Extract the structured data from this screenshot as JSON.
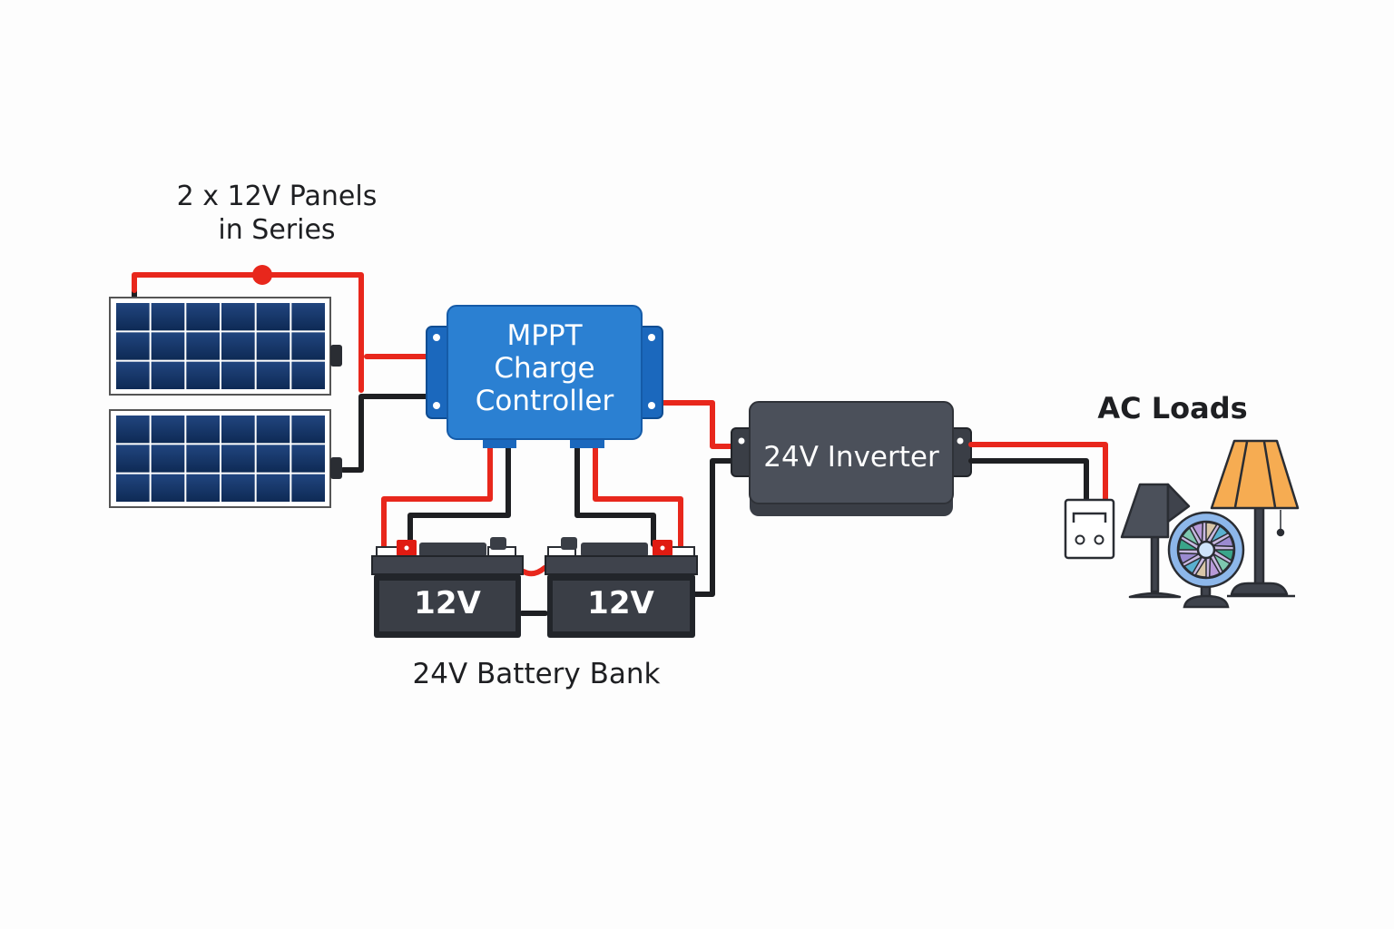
{
  "labels": {
    "panels_line1": "2 x 12V Panels",
    "panels_line2": "in Series",
    "controller_line1": "MPPT",
    "controller_line2": "Charge",
    "controller_line3": "Controller",
    "inverter": "24V Inverter",
    "battery1": "12V",
    "battery2": "12V",
    "battery_bank": "24V Battery Bank",
    "ac_loads": "AC Loads"
  },
  "colors": {
    "positive_wire": "#e8271c",
    "negative_wire": "#1e1f22",
    "controller": "#2b80d2",
    "inverter": "#4b505a",
    "battery": "#30343c",
    "panel_cell": "#16356a",
    "lamp_shade": "#f6ac52"
  },
  "icons": [
    "solar-panel-icon",
    "battery-icon",
    "outlet-icon",
    "desk-lamp-icon",
    "fan-icon",
    "floor-lamp-icon"
  ]
}
